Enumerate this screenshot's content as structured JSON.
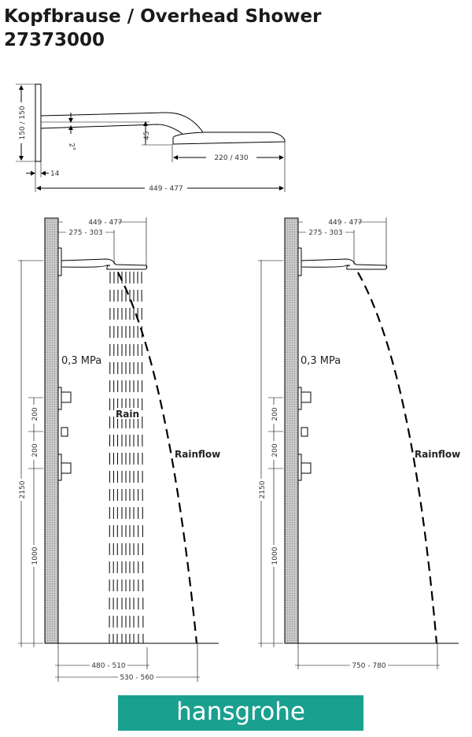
{
  "header": {
    "title": "Kopfbrause / Overhead Shower",
    "article_number": "27373000"
  },
  "top_view": {
    "plate_height": "150 / 150",
    "angle": "2°",
    "drop": "45",
    "head_length": "220 / 430",
    "plate_depth": "14",
    "total_projection": "449 - 477"
  },
  "left_view": {
    "projection": "449 - 477",
    "arm_projection": "275 - 303",
    "pressure": "0,3 MPa",
    "rain_label": "Rain",
    "rainflow_label": "Rainflow",
    "height": "2150",
    "spacing_1": "200",
    "spacing_2": "200",
    "valve_height": "1000",
    "rain_reach": "480 - 510",
    "rainflow_reach": "530 - 560"
  },
  "right_view": {
    "projection": "449 - 477",
    "arm_projection": "275 - 303",
    "pressure": "0,3 MPa",
    "rainflow_label": "Rainflow",
    "height": "2150",
    "spacing_1": "200",
    "spacing_2": "200",
    "valve_height": "1000",
    "rainflow_reach": "750 - 780"
  },
  "logo": {
    "text": "hansgrohe",
    "color": "#1aa08f"
  }
}
